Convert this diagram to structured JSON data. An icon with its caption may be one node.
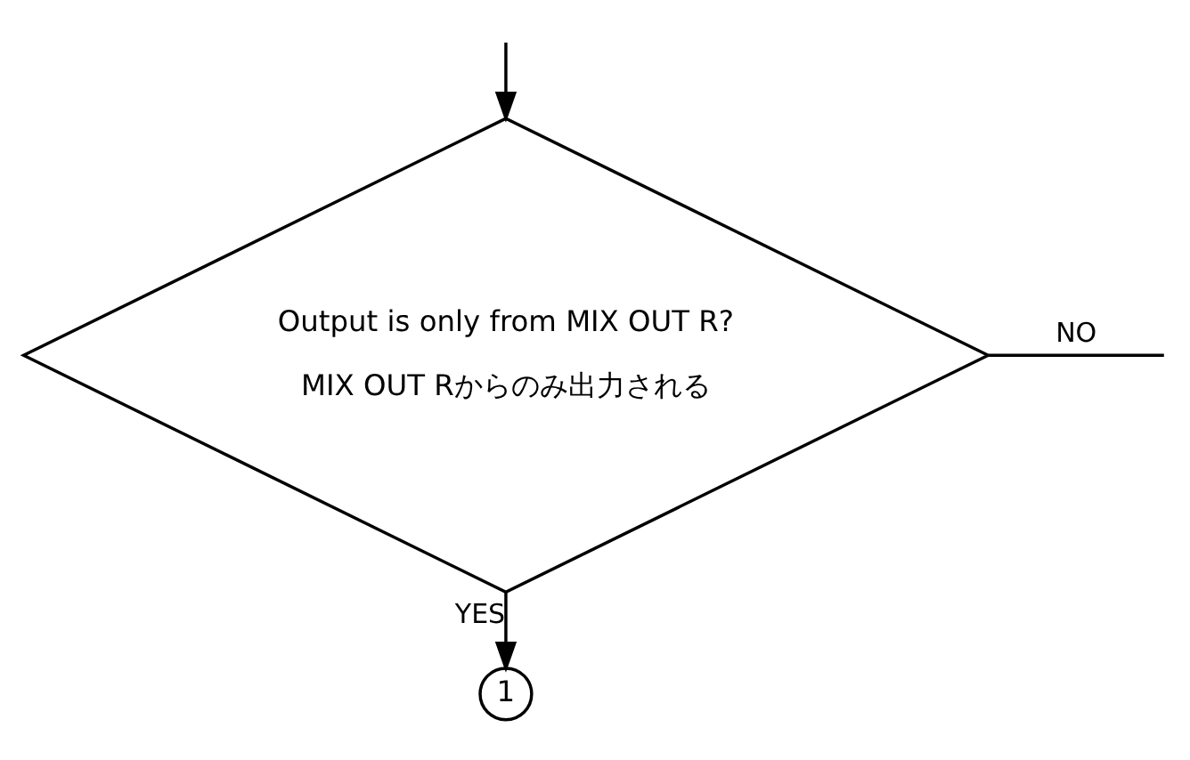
{
  "diagram": {
    "nodes": [
      {
        "text": [
          "Output is only from MIX OUT R?",
          "MIX OUT Rからのみ出力される"
        ]
      },
      {
        "text": [
          "1"
        ]
      }
    ],
    "edges": [
      {
        "from": 0,
        "to": null,
        "arrow": "none",
        "label": "NO"
      },
      {
        "from": null,
        "to": 0,
        "arrow": "to"
      },
      {
        "from": 0,
        "to": 1,
        "arrow": "to",
        "label": "YES"
      }
    ]
  }
}
